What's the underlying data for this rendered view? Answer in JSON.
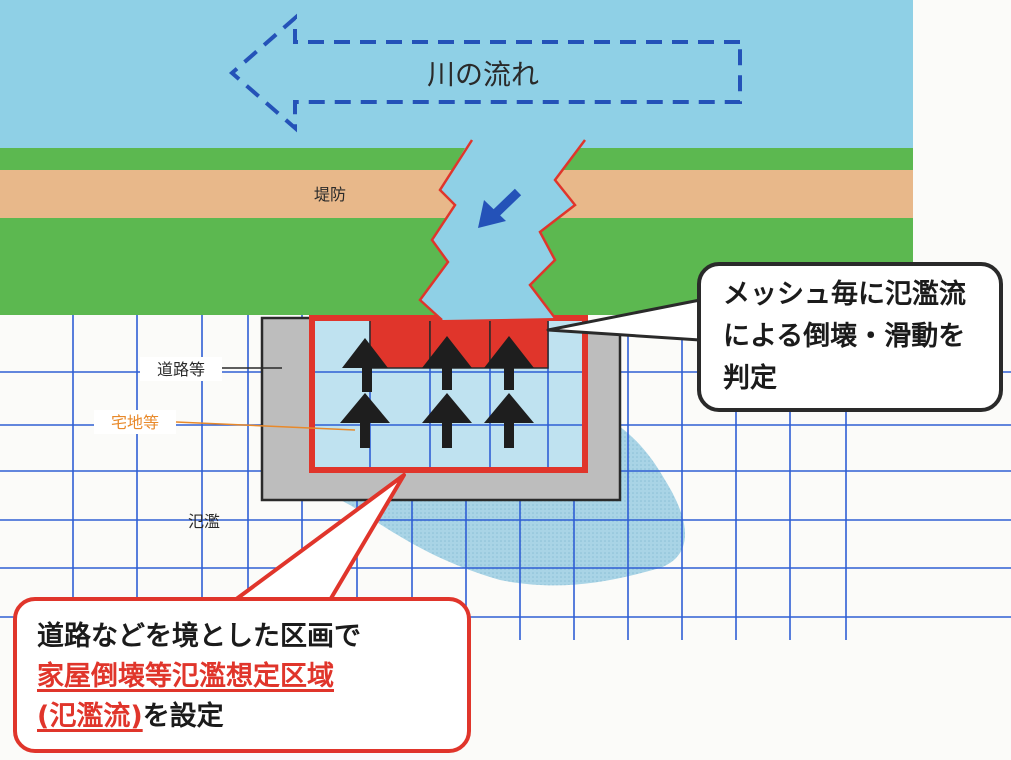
{
  "labels": {
    "river_flow": "川の流れ",
    "levee": "堤防",
    "road": "道路等",
    "residential": "宅地等",
    "flood": "氾濫"
  },
  "callout_mesh": {
    "line1": "メッシュ毎に氾濫流",
    "line2": "による倒壊・滑動を",
    "line3": "判定"
  },
  "callout_zone": {
    "line1": "道路などを境とした区画で",
    "line2": "家屋倒壊等氾濫想定区域",
    "line3_highlight": "(氾濫流)",
    "line3_rest": "を設定"
  },
  "colors": {
    "river": "#8fd0e6",
    "levee_green": "#5cb850",
    "levee_sand": "#e8b88a",
    "grid": "#2f5fd4",
    "road_gray": "#bdbdbd",
    "zone_red": "#e0352b",
    "flood_blue": "#a9d4e6",
    "arrow_blue": "#2452b8",
    "residential_orange": "#e8892a"
  },
  "icons": [
    "flow-arrow-icon",
    "breach-arrow-icon",
    "push-arrow-icon"
  ]
}
